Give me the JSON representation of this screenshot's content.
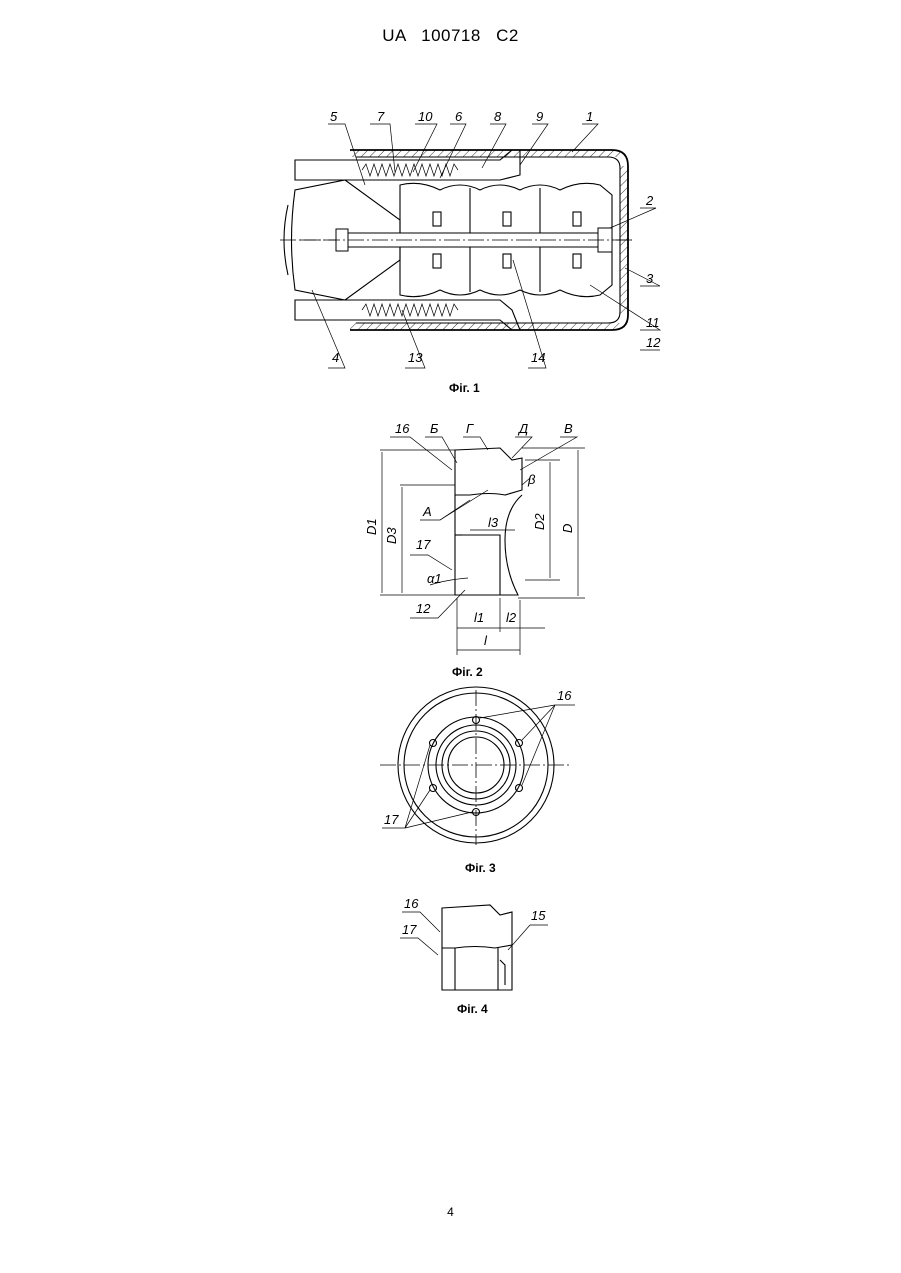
{
  "header": {
    "office": "UA",
    "number": "100718",
    "kind": "C2"
  },
  "figures": [
    {
      "caption": "Фіг. 1",
      "labels": [
        "5",
        "7",
        "10",
        "6",
        "8",
        "9",
        "1",
        "2",
        "3",
        "11",
        "12",
        "4",
        "13",
        "14"
      ]
    },
    {
      "caption": "Фіг. 2",
      "labels": [
        "16",
        "Б",
        "Г",
        "Д",
        "В",
        "A",
        "β",
        "D1",
        "D3",
        "D2",
        "D",
        "l3",
        "17",
        "α1",
        "12",
        "l1",
        "l2",
        "l"
      ]
    },
    {
      "caption": "Фіг. 3",
      "labels": [
        "16",
        "17"
      ]
    },
    {
      "caption": "Фіг. 4",
      "labels": [
        "16",
        "17",
        "15"
      ]
    }
  ],
  "page_number": "4"
}
